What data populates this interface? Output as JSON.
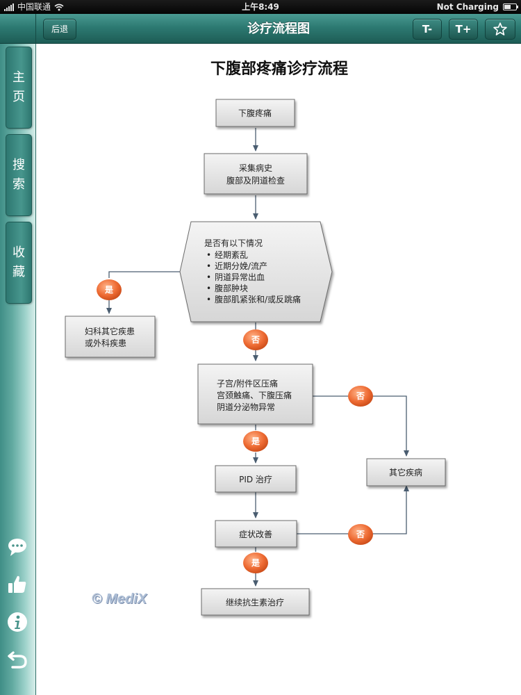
{
  "status_bar": {
    "carrier": "中国联通",
    "time": "上午8:49",
    "battery_status": "Not Charging"
  },
  "nav": {
    "back_label": "后退",
    "title": "诊疗流程图",
    "font_smaller_label": "T-",
    "font_larger_label": "T+",
    "favorite_icon": "star-icon"
  },
  "sidebar": {
    "tabs": [
      {
        "chars": [
          "主",
          "页"
        ]
      },
      {
        "chars": [
          "搜",
          "索"
        ]
      },
      {
        "chars": [
          "收",
          "藏"
        ]
      }
    ],
    "icons": [
      "chat-bubble-icon",
      "thumbs-up-icon",
      "info-icon",
      "return-icon"
    ]
  },
  "flowchart": {
    "title": "下腹部疼痛诊疗流程",
    "nodes": {
      "start": "下腹疼痛",
      "history": [
        "采集病史",
        "腹部及阴道检查"
      ],
      "condition": {
        "heading": "是否有以下情况",
        "items": [
          "经期紊乱",
          "近期分娩/流产",
          "阴道异常出血",
          "腹部肿块",
          "腹部肌紧张和/或反跳痛"
        ]
      },
      "gyn_other": [
        "妇科其它疾患",
        "或外科疾患"
      ],
      "tenderness": [
        "子宫/附件区压痛",
        "宫颈触痛、下腹压痛",
        "阴道分泌物异常"
      ],
      "other_disease": "其它疾病",
      "pid_treatment": "PID 治疗",
      "improvement": "症状改善",
      "continue_antibiotics": "继续抗生素治疗"
    },
    "badges": {
      "yes": "是",
      "no": "否"
    }
  },
  "watermark": "© MediX",
  "colors": {
    "nav_teal": "#2d7a72",
    "node_fill": "#e2e2e2",
    "badge_orange": "#e85f2a",
    "arrow": "#4a5d70"
  }
}
